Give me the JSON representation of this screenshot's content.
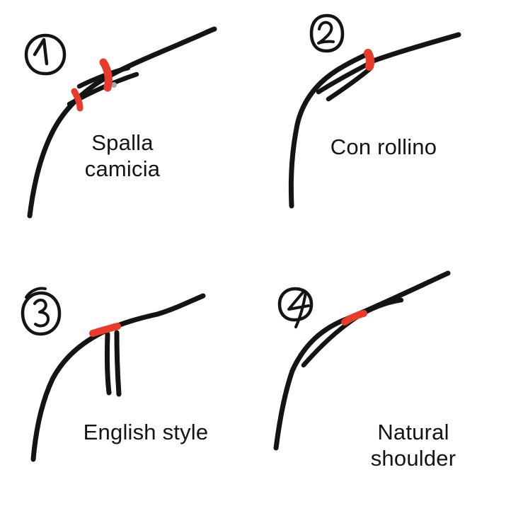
{
  "canvas": {
    "colors": {
      "background": "#ffffff",
      "ink": "#141414",
      "accent": "#e83b2a",
      "stray-gray": "#a9a9ad"
    }
  },
  "panels": [
    {
      "number": "1",
      "label": "Spalla\ncamicia"
    },
    {
      "number": "2",
      "label": "Con rollino"
    },
    {
      "number": "3",
      "label": "English style"
    },
    {
      "number": "4",
      "label": "Natural shoulder"
    }
  ]
}
